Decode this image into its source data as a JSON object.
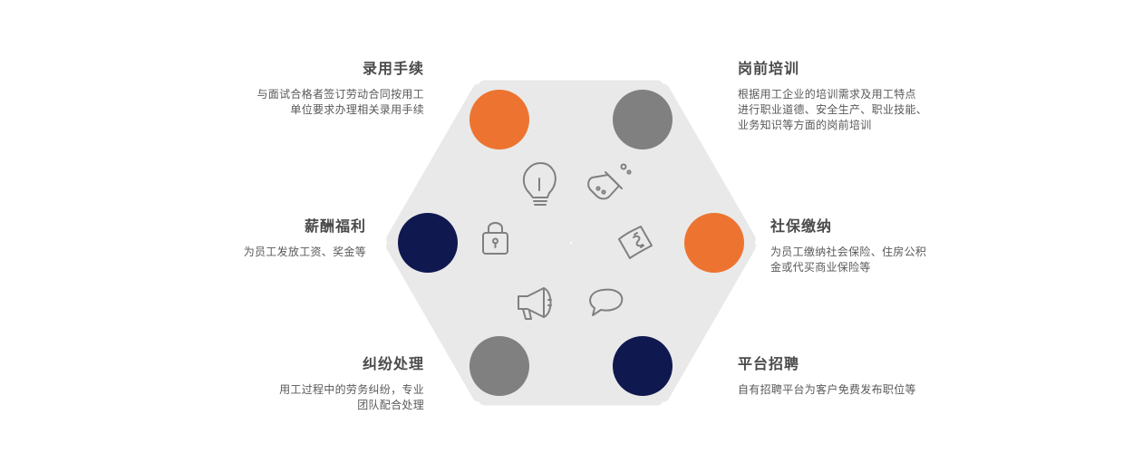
{
  "colors": {
    "orange": "#ed7430",
    "gray": "#808080",
    "navy": "#101850",
    "panel": "#e9e9e9",
    "icon": "#808080"
  },
  "segments": [
    {
      "key": "luyong",
      "title": "录用手续",
      "desc": "与面试合格者签订劳动合同按用工\n单位要求办理相关录用手续",
      "circle_color": "orange",
      "icon": "lightbulb-icon"
    },
    {
      "key": "gangqian",
      "title": "岗前培训",
      "desc": "根据用工企业的培训需求及用工特点\n进行职业道德、安全生产、职业技能、\n业务知识等方面的岗前培训",
      "circle_color": "gray",
      "icon": "flask-icon"
    },
    {
      "key": "shebao",
      "title": "社保缴纳",
      "desc": "为员工缴纳社会保险、住房公积\n金或代买商业保险等",
      "circle_color": "orange",
      "icon": "money-icon"
    },
    {
      "key": "zhaopin",
      "title": "平台招聘",
      "desc": "自有招聘平台为客户免费发布职位等",
      "circle_color": "navy",
      "icon": "chat-bubble-icon"
    },
    {
      "key": "jiufen",
      "title": "纠纷处理",
      "desc": "用工过程中的劳务纠纷，专业\n团队配合处理",
      "circle_color": "gray",
      "icon": "megaphone-icon"
    },
    {
      "key": "xinchou",
      "title": "薪酬福利",
      "desc": "为员工发放工资、奖金等",
      "circle_color": "navy",
      "icon": "padlock-icon"
    }
  ]
}
